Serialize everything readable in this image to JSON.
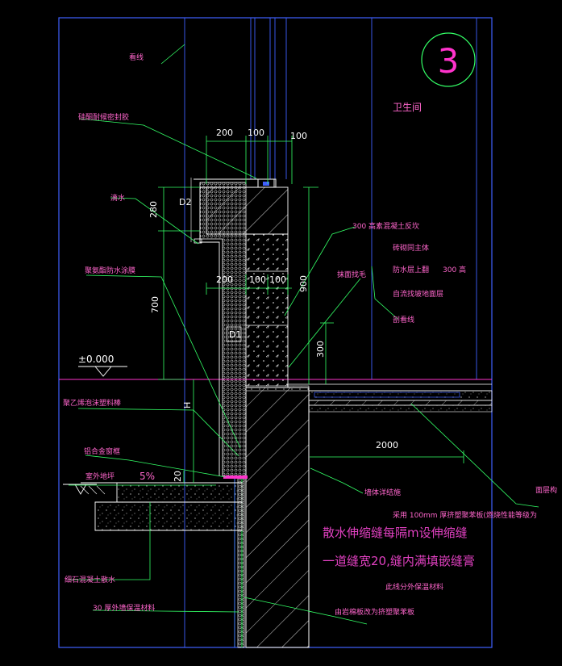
{
  "detail_number": "3",
  "room_label": "卫生间",
  "labels": {
    "axis_line": "看线",
    "caulk": "硅酮耐候密封胶",
    "drip": "滴水",
    "waterproof_coating": "聚氨酯防水涂膜",
    "elevation": "±0.000",
    "foam_board": "聚乙烯泡沫塑料棒",
    "metal_flashing": "铝合金窗框",
    "outdoor_grade": "室外地坪",
    "slope": "5%",
    "concrete_base": "细石混凝土散水",
    "insulation_30": "30 厚外墙保温材料",
    "concrete_300": "300 高素混凝土反坎",
    "brick_wall": "砖砌同主体",
    "waterproof_up": "防水层上翻",
    "height_300": "300 高",
    "self_leveling": "自流找坡地面层",
    "plaster": "抹面找毛",
    "section_line": "剖看线",
    "foundation": "墙体详结施",
    "floor_layers": "面层构",
    "board_100": "采用    100mm    厚挤塑聚苯板(燃烧性能等级为",
    "expansion_1": "散水伸缩缝每隔m设伸缩缝",
    "expansion_2": "一道缝宽20,缝内满填嵌缝膏",
    "below_insulation": "此线分外保温材料",
    "bottom_note": "由岩棉板改为挤塑聚苯板"
  },
  "dimensions": {
    "d200_top": "200",
    "d100_top_a": "100",
    "d100_top_b": "100",
    "d200_mid": "200",
    "d100_mid_a": "100",
    "d100_mid_b": "100",
    "d280": "280",
    "d700": "700",
    "d900": "900",
    "d300": "300",
    "d2000": "2000",
    "d20": "20",
    "H": "H",
    "D1": "D1",
    "D2": "D2"
  }
}
